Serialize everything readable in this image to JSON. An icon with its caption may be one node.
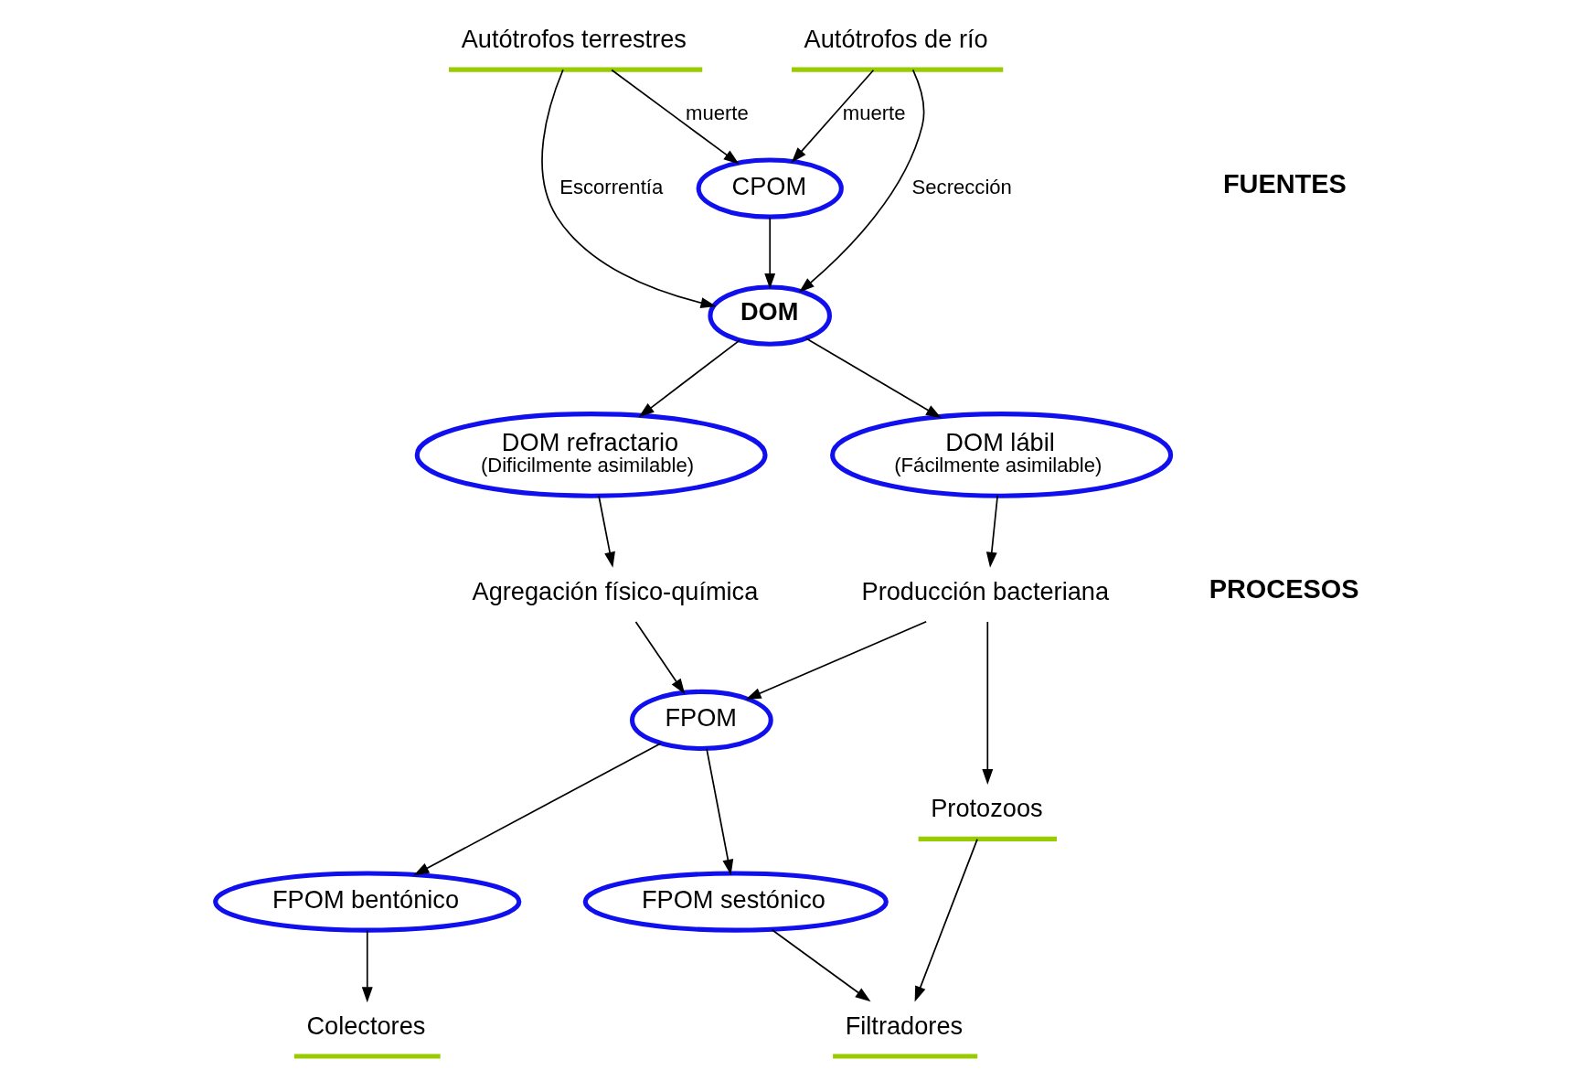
{
  "diagram": {
    "nodes": [
      {
        "text": [
          "Autótrofos terrestres"
        ]
      },
      {
        "text": [
          "Autótrofos de río"
        ]
      },
      {
        "text": [
          "CPOM"
        ]
      },
      {
        "text": [
          "DOM"
        ]
      },
      {
        "text": [
          "DOM refractario",
          "(Dificilmente asimilable)"
        ]
      },
      {
        "text": [
          "DOM lábil",
          "(Fácilmente asimilable)"
        ]
      },
      {
        "text": [
          "Agregación físico-química"
        ]
      },
      {
        "text": [
          "Producción bacteriana"
        ]
      },
      {
        "text": [
          "FPOM"
        ]
      },
      {
        "text": [
          "FPOM bentónico"
        ]
      },
      {
        "text": [
          "FPOM sestónico"
        ]
      },
      {
        "text": [
          "Protozoos"
        ]
      },
      {
        "text": [
          "Colectores"
        ]
      },
      {
        "text": [
          "Filtradores"
        ]
      }
    ],
    "edges": [
      {
        "from": 0,
        "to": 2,
        "arrow": "to",
        "label": "muerte"
      },
      {
        "from": 1,
        "to": 2,
        "arrow": "to",
        "label": "muerte"
      },
      {
        "from": 0,
        "to": 3,
        "arrow": "to",
        "label": "Escorrentía"
      },
      {
        "from": 1,
        "to": 3,
        "arrow": "to",
        "label": "Secrección"
      },
      {
        "from": 2,
        "to": 3,
        "arrow": "to"
      },
      {
        "from": 3,
        "to": 4,
        "arrow": "to"
      },
      {
        "from": 3,
        "to": 5,
        "arrow": "to"
      },
      {
        "from": 4,
        "to": 6,
        "arrow": "to"
      },
      {
        "from": 5,
        "to": 7,
        "arrow": "to"
      },
      {
        "from": 6,
        "to": 8,
        "arrow": "to"
      },
      {
        "from": 7,
        "to": 8,
        "arrow": "to"
      },
      {
        "from": 7,
        "to": 11,
        "arrow": "to"
      },
      {
        "from": 8,
        "to": 9,
        "arrow": "to"
      },
      {
        "from": 8,
        "to": 10,
        "arrow": "to"
      },
      {
        "from": 9,
        "to": 12,
        "arrow": "to"
      },
      {
        "from": 10,
        "to": 13,
        "arrow": "to"
      },
      {
        "from": 11,
        "to": 13,
        "arrow": "to"
      }
    ],
    "labels": [
      "FUENTES",
      "PROCESOS"
    ]
  }
}
